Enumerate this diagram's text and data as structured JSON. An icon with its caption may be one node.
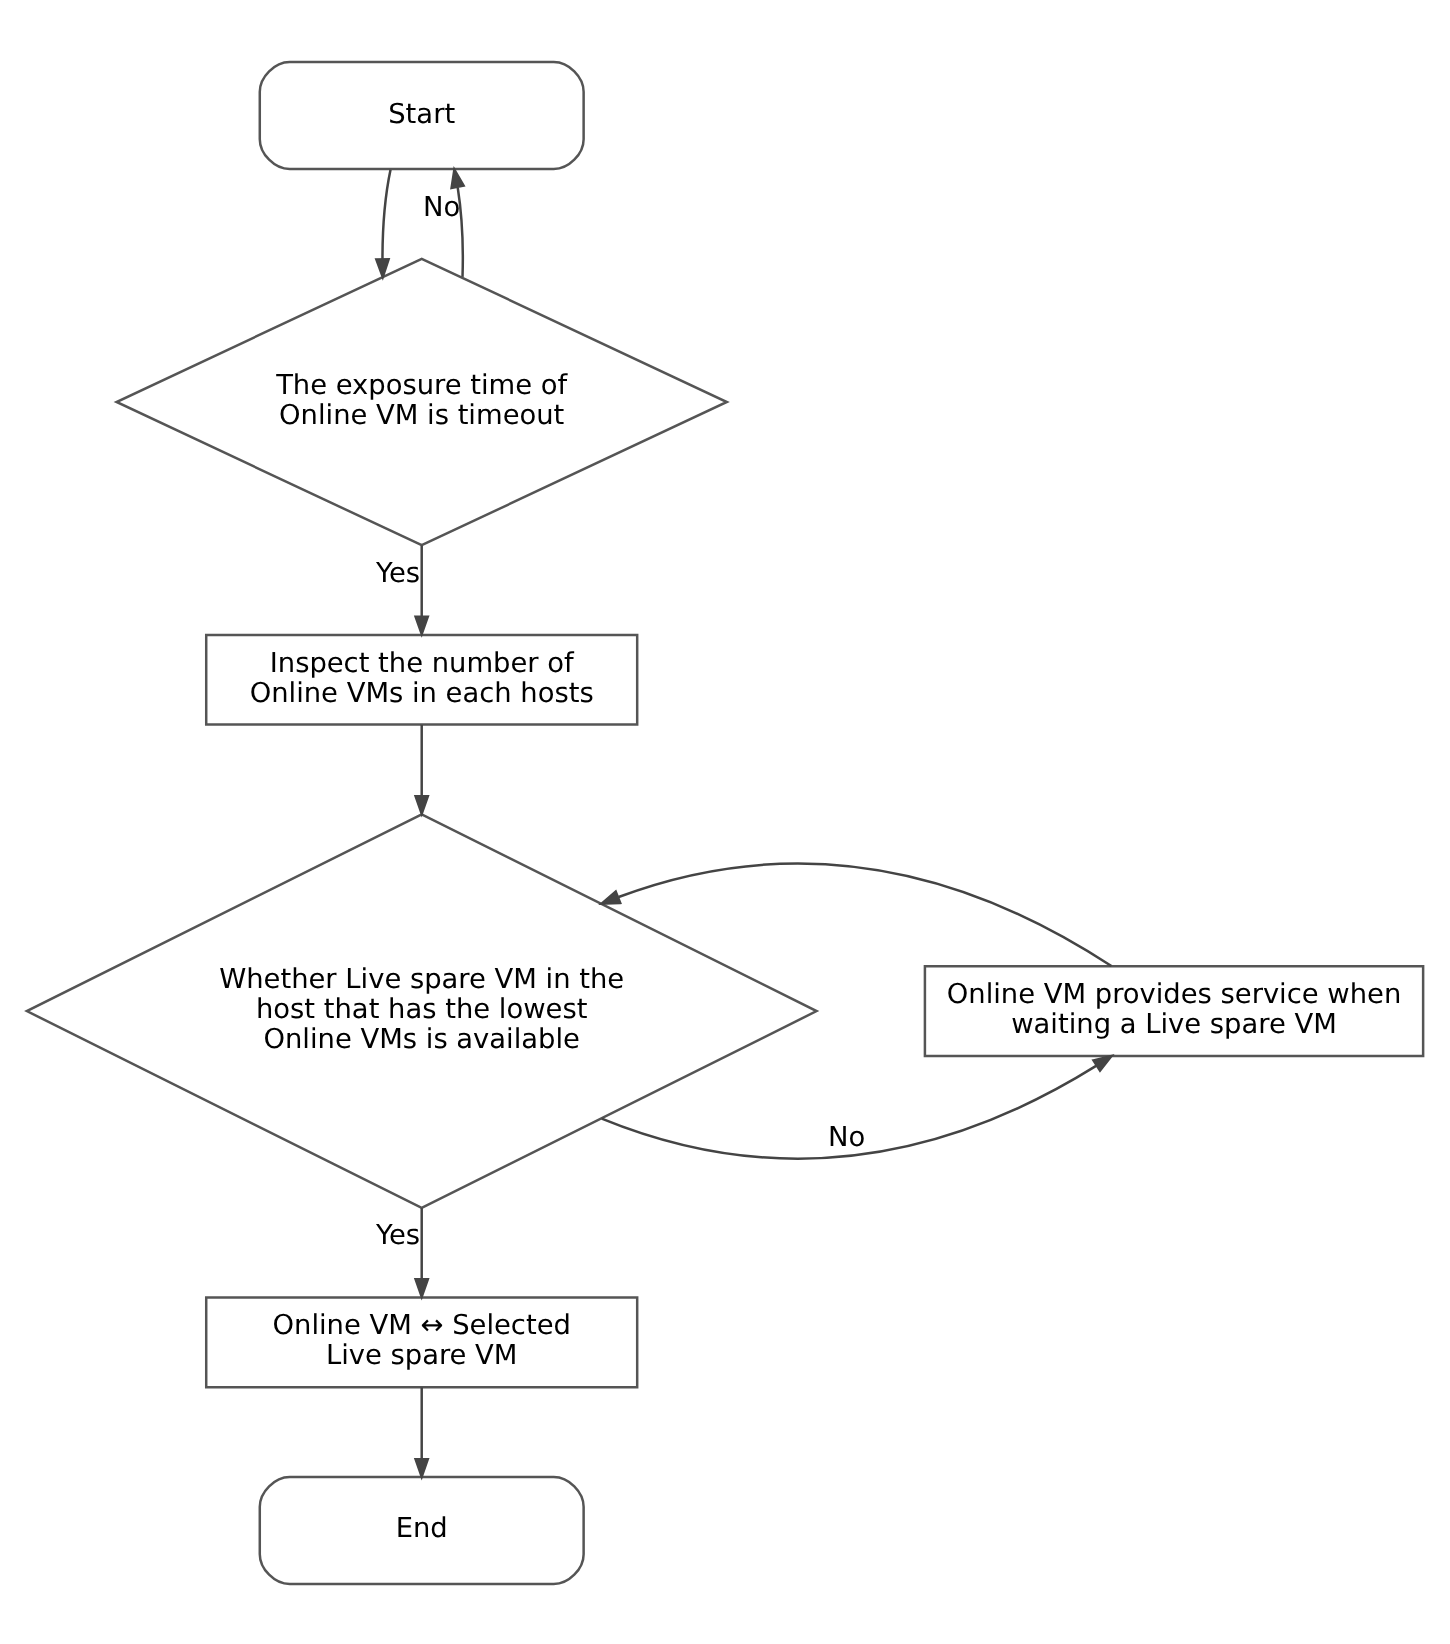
{
  "diagram": {
    "nodes": [
      {
        "text": [
          "Start"
        ]
      },
      {
        "text": [
          "The exposure time of Online VM is timeout"
        ]
      },
      {
        "text": [
          "Inspect the number of Online VMs in each hosts"
        ]
      },
      {
        "text": [
          "Whether Live spare VM in the host that has the lowest Online VMs is available"
        ]
      },
      {
        "text": [
          "Online VM provides service when waiting a Live spare VM"
        ]
      },
      {
        "text": [
          "Online VM ↔ Selected Live spare VM"
        ]
      },
      {
        "text": [
          "End"
        ]
      }
    ],
    "edges": [
      {
        "from": 0,
        "to": 1,
        "arrow": "to"
      },
      {
        "from": 1,
        "to": 0,
        "arrow": "to",
        "label": "No"
      },
      {
        "from": 1,
        "to": 2,
        "arrow": "to",
        "label": "Yes"
      },
      {
        "from": 2,
        "to": 3,
        "arrow": "to"
      },
      {
        "from": 3,
        "to": 4,
        "arrow": "to",
        "label": "No"
      },
      {
        "from": 4,
        "to": 3,
        "arrow": "to"
      },
      {
        "from": 3,
        "to": 5,
        "arrow": "to",
        "label": "Yes"
      },
      {
        "from": 5,
        "to": 6,
        "arrow": "to"
      }
    ]
  }
}
